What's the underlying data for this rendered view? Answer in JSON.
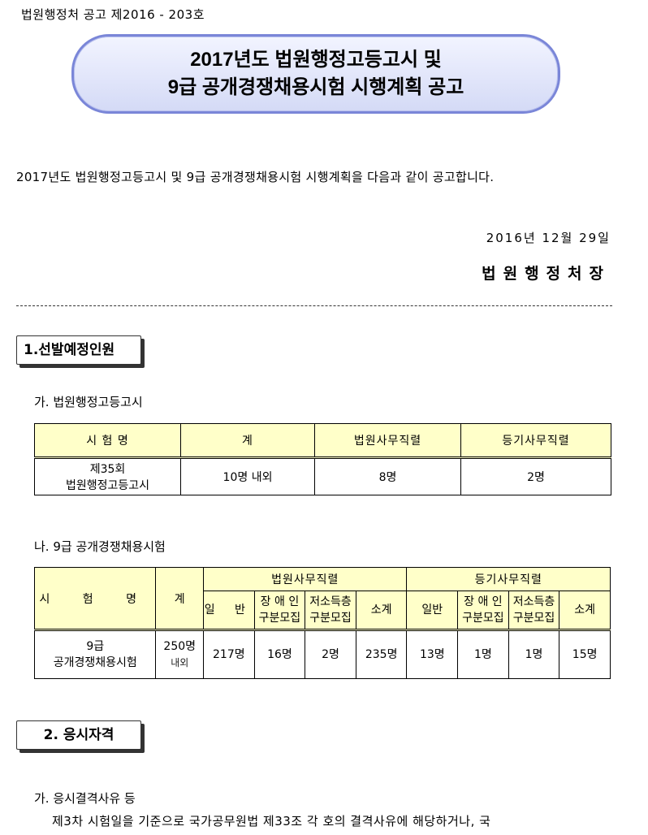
{
  "notice_number": "법원행정처 공고 제2016 - 203호",
  "title": {
    "line1": "2017년도 법원행정고등고시 및",
    "line2": "9급 공개경쟁채용시험 시행계획 공고"
  },
  "intro": "2017년도 법원행정고등고시 및 9급 공개경쟁채용시험 시행계획을 다음과 같이 공고합니다.",
  "date": "2016년 12월 29일",
  "signer": "법원행정처장",
  "section1": {
    "heading": "1.선발예정인원",
    "sub_a": "가. 법원행정고등고시",
    "table_a": {
      "headers": [
        "시 험 명",
        "계",
        "법원사무직렬",
        "등기사무직렬"
      ],
      "row": {
        "name_line1": "제35회",
        "name_line2": "법원행정고등고시",
        "total": "10명 내외",
        "court": "8명",
        "registry": "2명"
      }
    },
    "sub_b": "나. 9급 공개경쟁채용시험",
    "table_b": {
      "h_name": "시 험 명",
      "h_total": "계",
      "h_court": "법원사무직렬",
      "h_registry": "등기사무직렬",
      "court_cols": [
        "일 반",
        "장 애 인\n구분모집",
        "저소득층\n구분모집",
        "소계"
      ],
      "registry_cols": [
        "일반",
        "장 애 인\n구분모집",
        "저소득층\n구분모집",
        "소계"
      ],
      "row": {
        "name_line1": "9급",
        "name_line2": "공개경쟁채용시험",
        "total": "250명",
        "total_note": "내외",
        "court": [
          "217명",
          "16명",
          "2명",
          "235명"
        ],
        "registry": [
          "13명",
          "1명",
          "1명",
          "15명"
        ]
      }
    }
  },
  "section2": {
    "heading": "2. 응시자격",
    "sub_a": "가. 응시결격사유 등",
    "para": "제3차 시험일을 기준으로 국가공무원법 제33조 각 호의 결격사유에 해당하거나, 국"
  }
}
